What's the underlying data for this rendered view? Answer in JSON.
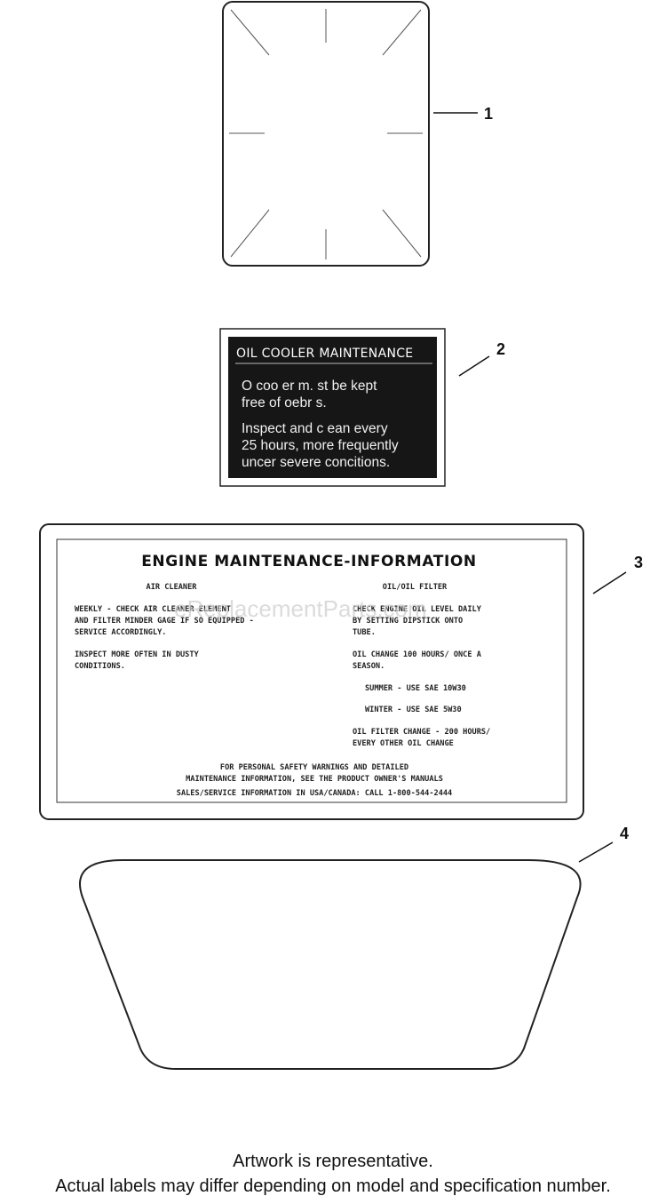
{
  "callouts": [
    "1",
    "2",
    "3",
    "4"
  ],
  "oil_cooler_label": {
    "title": "OIL COOLER MAINTENANCE",
    "lines": [
      "O  coo er m. st be kept",
      "free of oebr s.",
      "Inspect and c ean every",
      "25 hours, more frequently",
      "uncer severe concitions."
    ]
  },
  "engine_label": {
    "title": "ENGINE MAINTENANCE-INFORMATION",
    "left_heading": "AIR CLEANER",
    "right_heading": "OIL/OIL FILTER",
    "left_lines": [
      "WEEKLY - CHECK AIR CLEANER ELEMENT",
      "AND FILTER MINDER GAGE IF SO EQUIPPED -",
      "SERVICE ACCORDINGLY.",
      "INSPECT MORE OFTEN IN DUSTY",
      "CONDITIONS."
    ],
    "right_lines": [
      "CHECK ENGINE OIL LEVEL DAILY",
      "BY SETTING DIPSTICK ONTO",
      "TUBE.",
      "OIL CHANGE  100 HOURS/ ONCE A",
      "SEASON.",
      "SUMMER - USE SAE 10W30",
      "WINTER  - USE SAE 5W30",
      "OIL FILTER CHANGE - 200 HOURS/",
      "EVERY OTHER OIL CHANGE"
    ],
    "footer_lines": [
      "FOR PERSONAL SAFETY WARNINGS AND DETAILED",
      "MAINTENANCE INFORMATION, SEE THE PRODUCT OWNER'S MANUALS",
      "SALES/SERVICE INFORMATION IN USA/CANADA: CALL 1-800-544-2444"
    ]
  },
  "watermark": "eReplacementParts.com",
  "footer": {
    "line1": "Artwork is representative.",
    "line2": "Actual labels may differ depending on model and specification number."
  }
}
